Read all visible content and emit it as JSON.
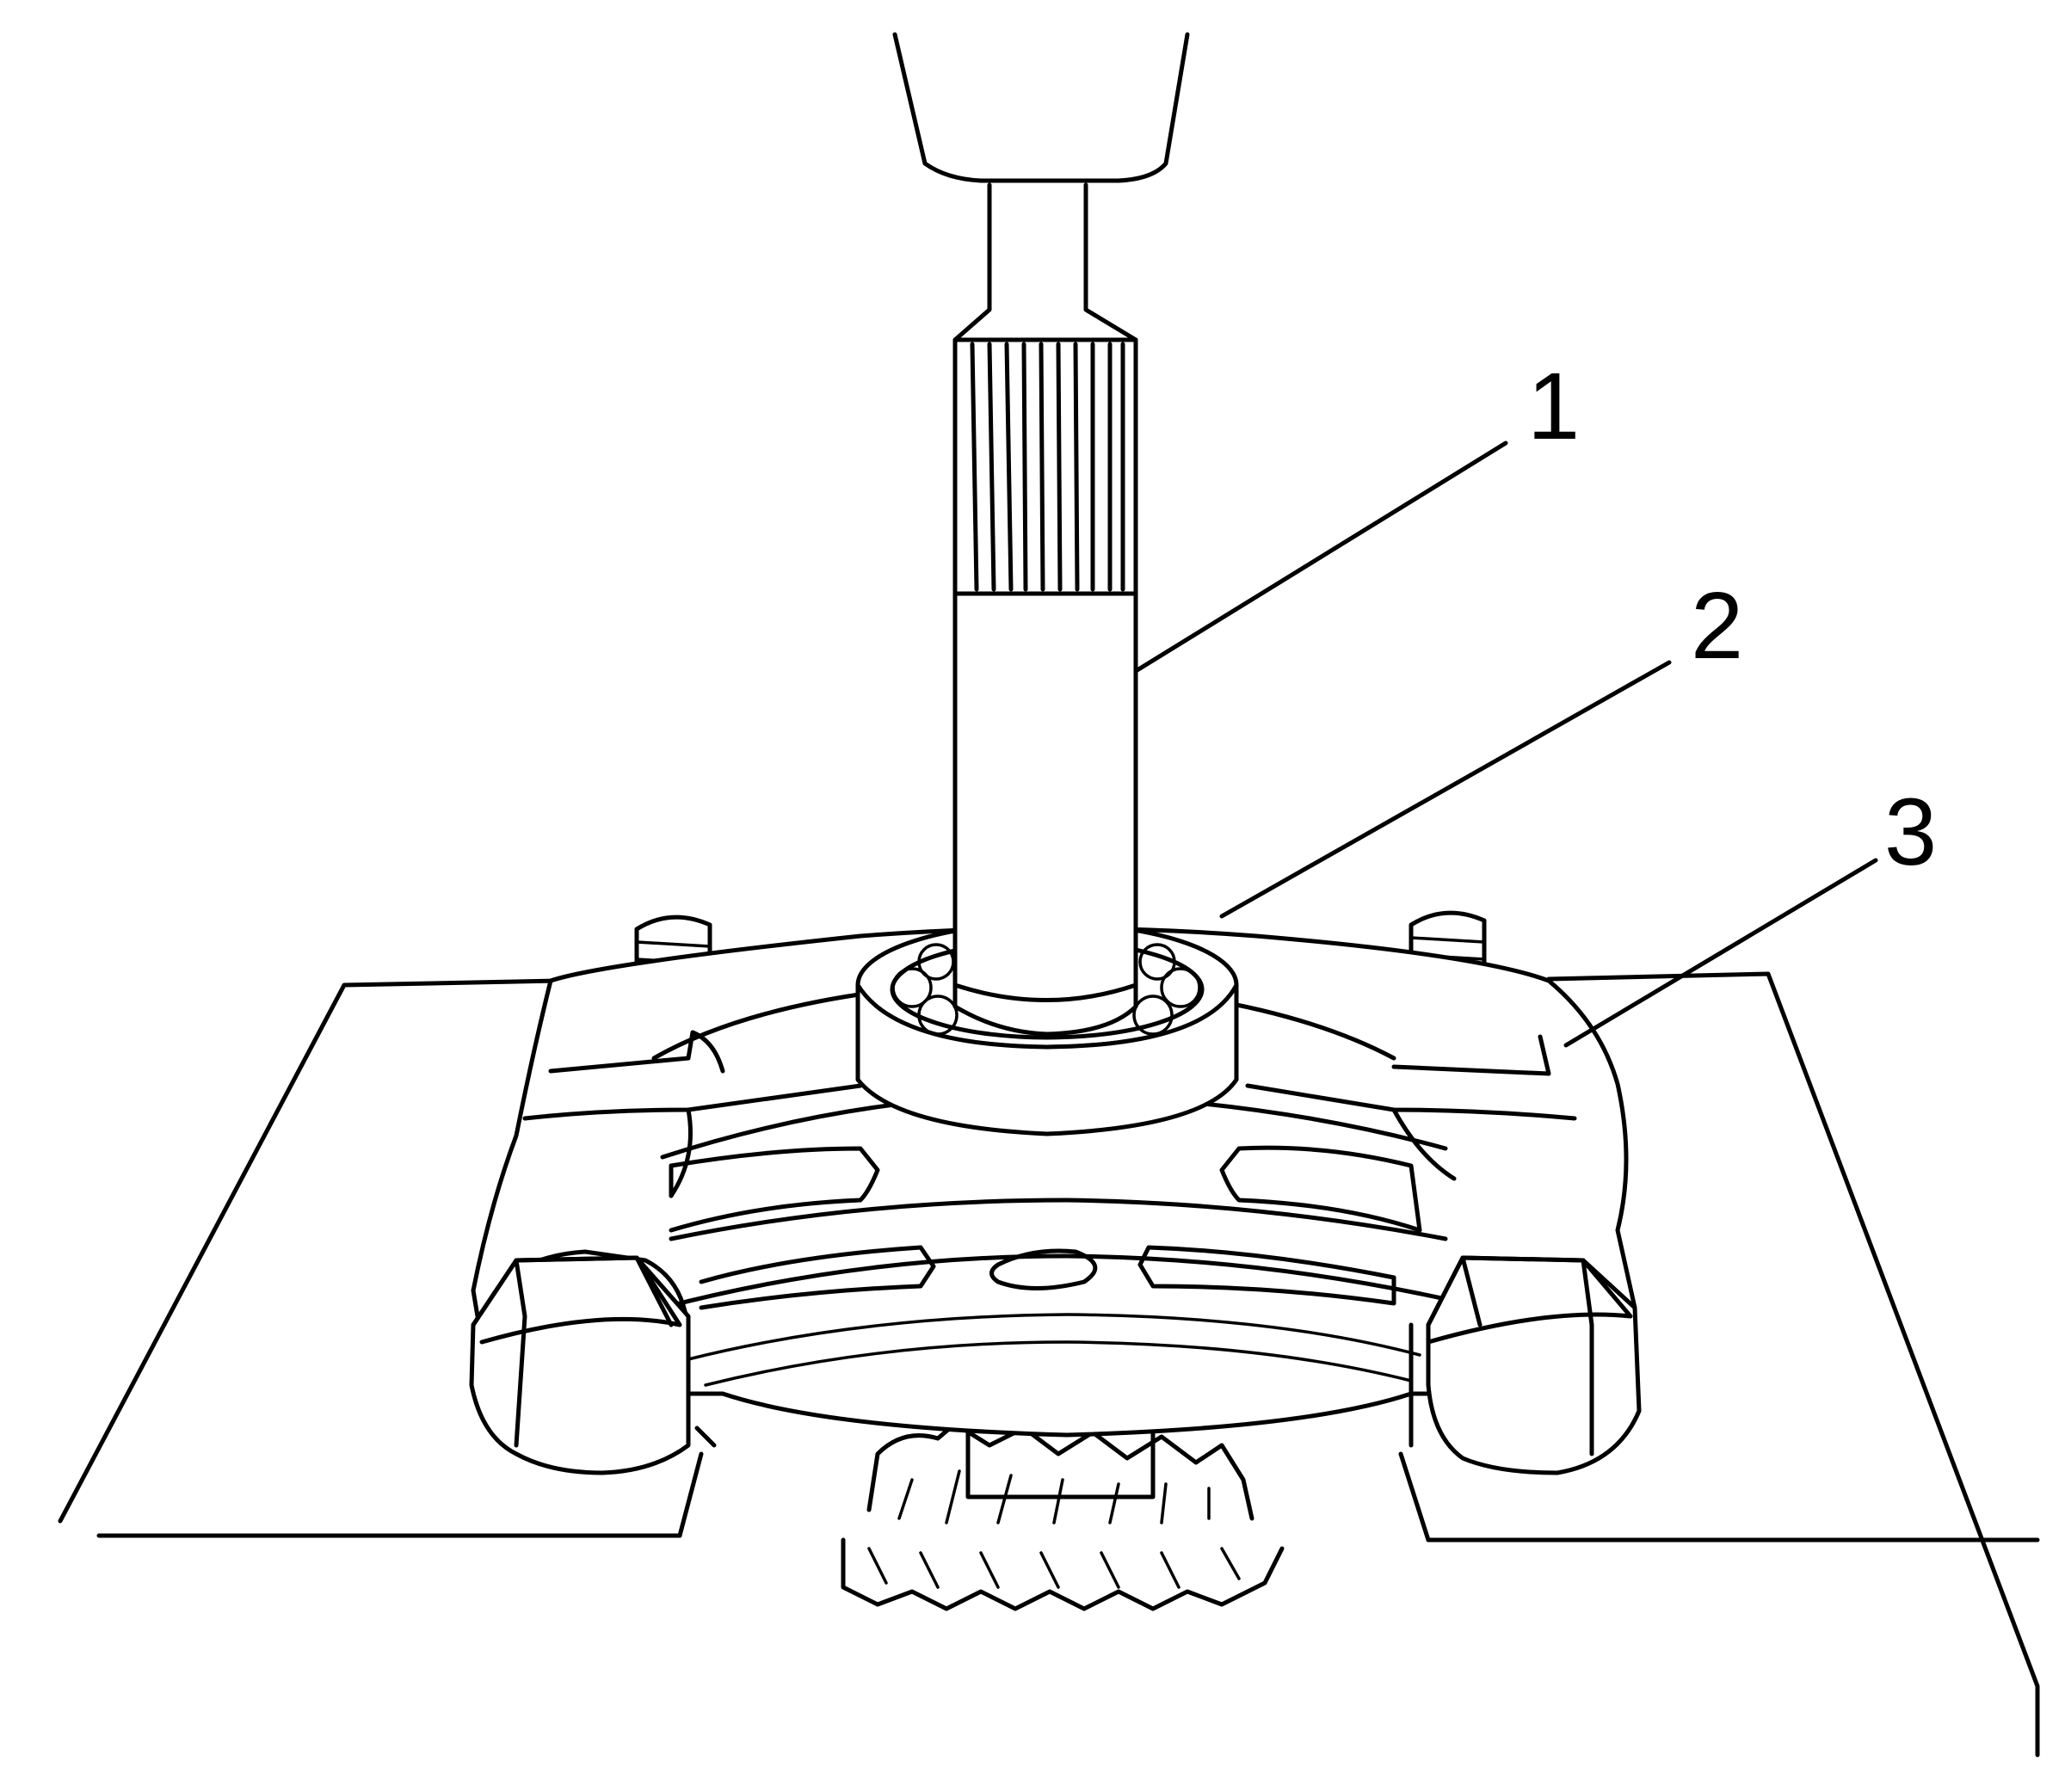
{
  "callouts": [
    {
      "number": "1",
      "part": "press-tool"
    },
    {
      "number": "2",
      "part": "bearing"
    },
    {
      "number": "3",
      "part": "bearing-separator"
    }
  ],
  "colors": {
    "ink": "#000000",
    "paper": "#ffffff"
  }
}
